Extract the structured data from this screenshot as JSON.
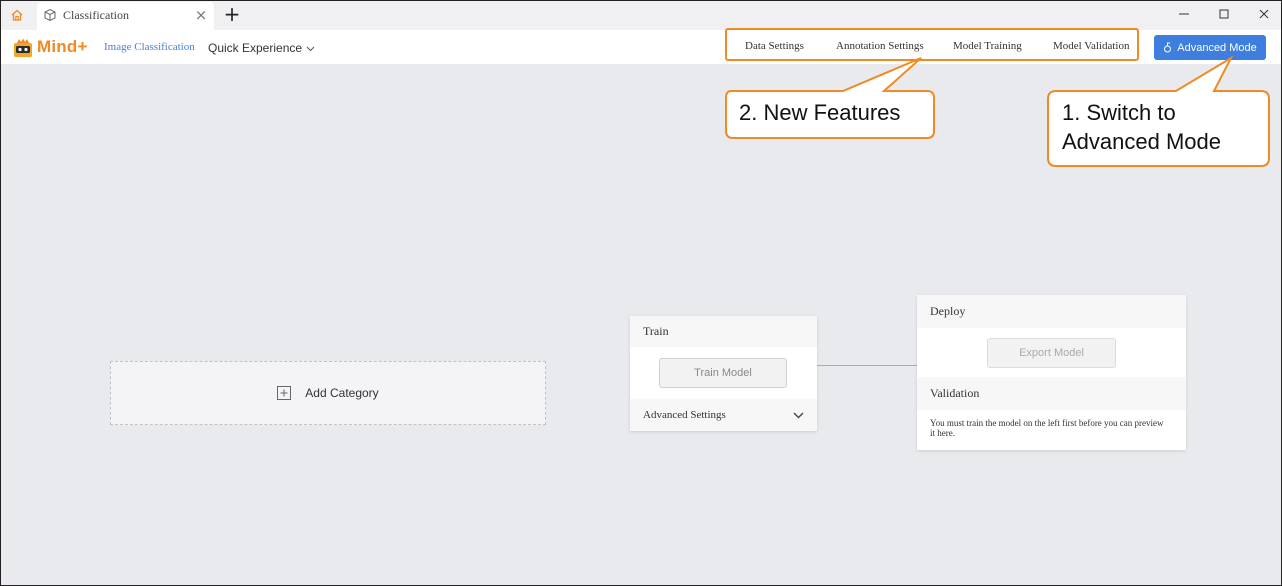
{
  "tab": {
    "title": "Classification"
  },
  "header": {
    "logo_text": "Mind+",
    "nav_active": "Image Classification",
    "nav_quick": "Quick Experience",
    "features": [
      "Data Settings",
      "Annotation Settings",
      "Model Training",
      "Model Validation"
    ],
    "advanced_mode_label": "Advanced Mode"
  },
  "annotations": {
    "new_features": "2. New Features",
    "switch_line1": "1. Switch to",
    "switch_line2": "Advanced Mode"
  },
  "canvas": {
    "add_category_label": "Add Category",
    "train": {
      "title": "Train",
      "train_model_label": "Train Model",
      "advanced_settings_label": "Advanced Settings"
    },
    "deploy": {
      "title": "Deploy",
      "export_model_label": "Export Model"
    },
    "validation": {
      "title": "Validation",
      "message": "You must train the model on the left first before you can preview it here."
    }
  },
  "colors": {
    "accent_blue": "#3d7ede",
    "annotation_orange": "#f08a24",
    "brand_orange": "#f08a24",
    "canvas_bg": "#e9eaee"
  }
}
